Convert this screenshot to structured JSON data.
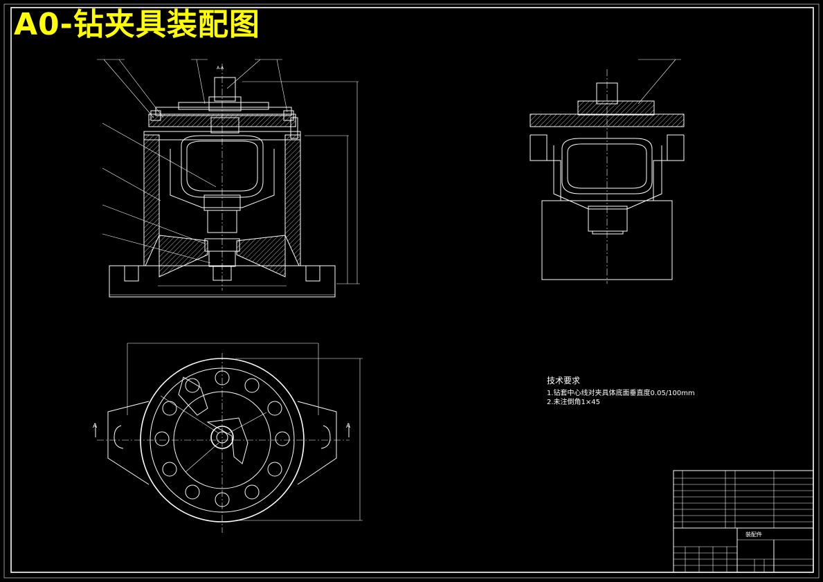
{
  "title": "A0-钻夹具装配图",
  "tech_requirements": {
    "heading": "技术要求",
    "items": [
      "1.钻套中心线对夹具体底面垂直度0.05/100mm",
      "2.未注倒角1×45"
    ]
  },
  "section_labels": {
    "left": "A",
    "right": "A",
    "top_view": "A-A"
  },
  "title_block": {
    "assembly_label": "装配件"
  },
  "colors": {
    "background": "#000000",
    "lines": "#ffffff",
    "title": "#ffff00"
  }
}
